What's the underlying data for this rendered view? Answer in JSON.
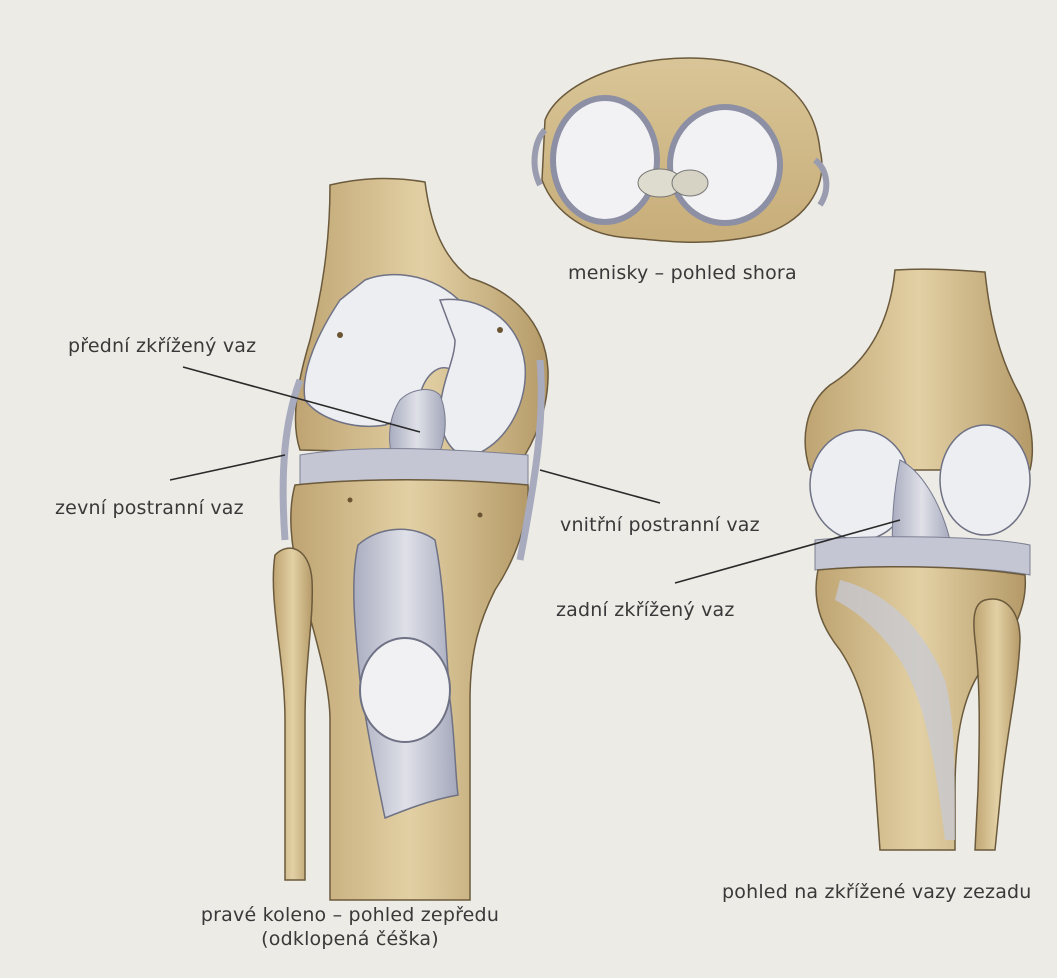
{
  "labels": {
    "menisci": "menisky – pohled shora",
    "acl": "přední zkřížený vaz",
    "lcl": "zevní postranní vaz",
    "mcl": "vnitřní postranní vaz",
    "pcl": "zadní zkřížený vaz",
    "front_view_line1": "pravé koleno – pohled zepředu",
    "front_view_line2": "(odklopená čéška)",
    "back_view": "pohled na zkřížené vazy zezadu"
  },
  "colors": {
    "background": "#ecebe6",
    "bone": "#d8c394",
    "bone_shadow": "#8a6f45",
    "cartilage": "#eeeef0",
    "ligament": "#b9bccb",
    "text": "#3a3838",
    "leader_line": "#2b2a2a"
  }
}
